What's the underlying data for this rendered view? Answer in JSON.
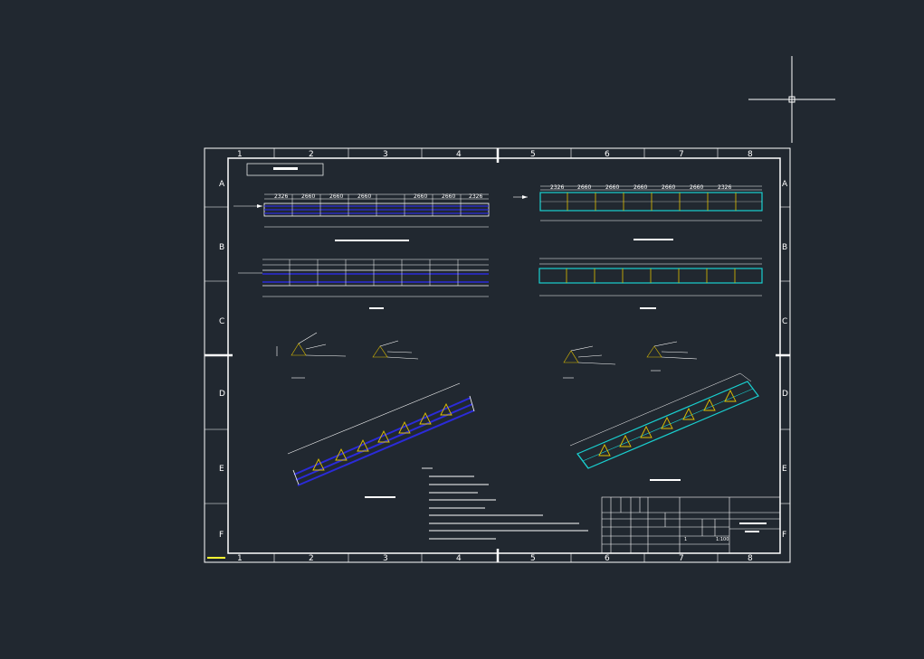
{
  "zones": {
    "columns": [
      "1",
      "2",
      "3",
      "4",
      "5",
      "6",
      "7",
      "8"
    ],
    "rows": [
      "A",
      "B",
      "C",
      "D",
      "E",
      "F"
    ]
  },
  "dimensions": {
    "lower_seg": [
      "2326",
      "2660",
      "2660",
      "2660",
      "2660",
      "2660",
      "2326"
    ],
    "upper_seg": [
      "2326",
      "2660",
      "2660",
      "2660",
      "2660",
      "2660",
      "2326"
    ]
  },
  "title_block": {
    "scale": "1:100",
    "sheet": "1"
  },
  "stamp": "",
  "colors": {
    "background": "#212830",
    "frame": "#ffffff",
    "lower_truss": "#2b2bd8",
    "upper_truss": "#19d0d0",
    "gusset": "#e0c000",
    "stamp": "#ffff33"
  }
}
